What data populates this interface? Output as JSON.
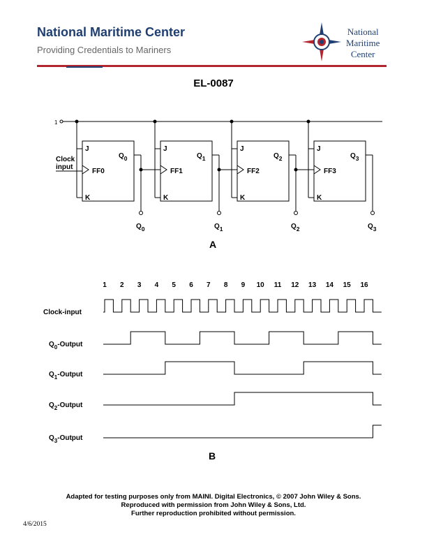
{
  "header": {
    "title": "National Maritime Center",
    "subtitle": "Providing Credentials to Mariners",
    "logo_lines": [
      "National",
      "Maritime",
      "Center"
    ],
    "colors": {
      "navy": "#1f3f73",
      "red": "#b3262f"
    }
  },
  "doc_id": "EL-0087",
  "circuit": {
    "input_one": "1",
    "clock_label_line1": "Clock",
    "clock_label_line2": "input",
    "flip_flops": [
      {
        "name": "FF0",
        "j": "J",
        "k": "K",
        "q": "Q",
        "sub": "0"
      },
      {
        "name": "FF1",
        "j": "J",
        "k": "K",
        "q": "Q",
        "sub": "1"
      },
      {
        "name": "FF2",
        "j": "J",
        "k": "K",
        "q": "Q",
        "sub": "2"
      },
      {
        "name": "FF3",
        "j": "J",
        "k": "K",
        "q": "Q",
        "sub": "3"
      }
    ],
    "caption": "A"
  },
  "timing": {
    "pulse_numbers": [
      "1",
      "2",
      "3",
      "4",
      "5",
      "6",
      "7",
      "8",
      "9",
      "10",
      "11",
      "12",
      "13",
      "14",
      "15",
      "16"
    ],
    "rows": [
      {
        "prefix": "",
        "sub": "",
        "label": "Clock-input"
      },
      {
        "prefix": "Q",
        "sub": "0",
        "label": "-Output"
      },
      {
        "prefix": "Q",
        "sub": "1",
        "label": "-Output"
      },
      {
        "prefix": "Q",
        "sub": "2",
        "label": "-Output"
      },
      {
        "prefix": "Q",
        "sub": "3",
        "label": "-Output"
      }
    ],
    "caption": "B"
  },
  "footer": {
    "line1": "Adapted for testing purposes only from MAINI. Digital Electronics, © 2007 John Wiley & Sons.",
    "line2": "Reproduced with permission from John Wiley & Sons, Ltd.",
    "line3": "Further reproduction prohibited without permission."
  },
  "date": "4/6/2015"
}
